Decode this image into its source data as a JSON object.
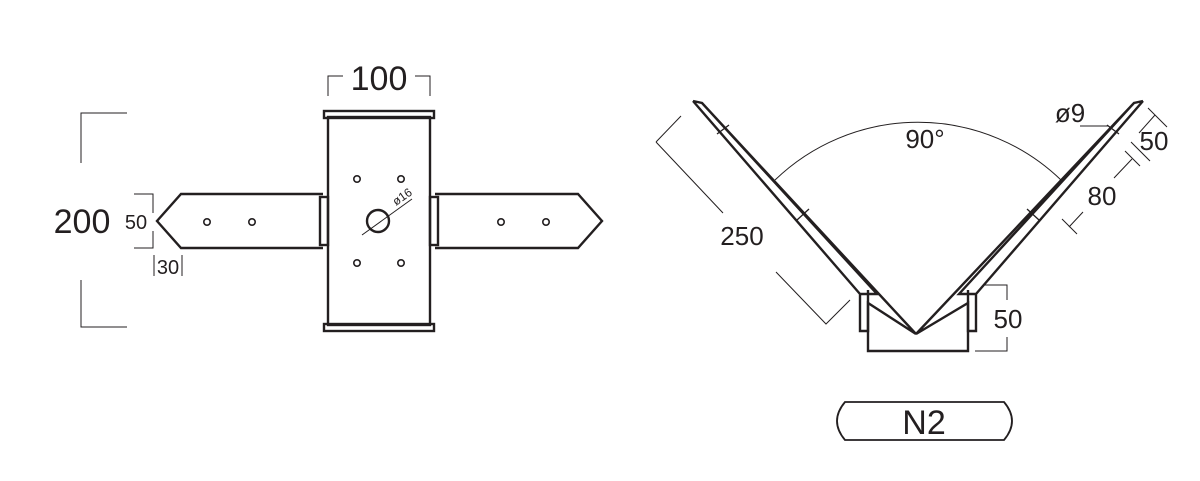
{
  "front_view": {
    "dim_width": "100",
    "dim_height": "200",
    "dim_arm_width": "50",
    "dim_tip": "30",
    "dim_hole": "ø16"
  },
  "side_view": {
    "dim_angle": "90°",
    "dim_arm_length": "250",
    "dim_hole": "ø9",
    "dim_hole_offset": "50",
    "dim_hole_spacing": "80",
    "dim_base_height": "50"
  },
  "model_label": "N2"
}
